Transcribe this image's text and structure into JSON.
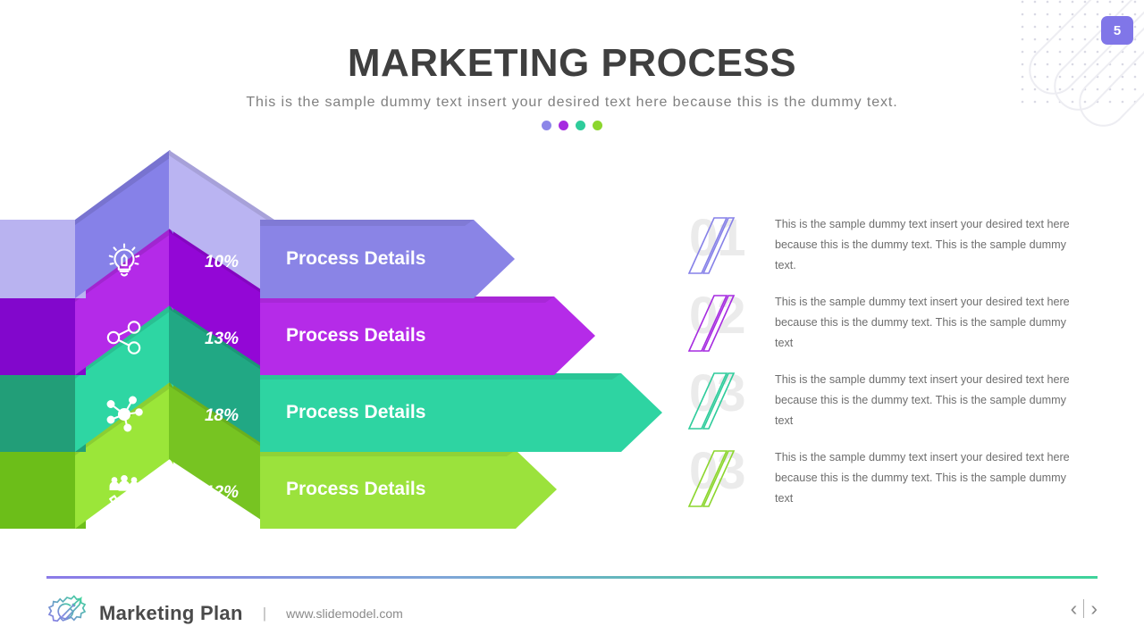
{
  "header": {
    "title": "MARKETING PROCESS",
    "subtitle": "This is the sample dummy text insert your desired text here because this is the dummy text.",
    "dots": [
      "#8C86E8",
      "#A62BE0",
      "#2ECC9B",
      "#8CD62E"
    ]
  },
  "page_badge": {
    "number": "5",
    "color": "#8076E8"
  },
  "process": {
    "rows": [
      {
        "percent": "10%",
        "label": "Process Details",
        "icon": "lightbulb-pencil-icon",
        "tail_color": "#B9B3F0",
        "left_color": "#8681E8",
        "right_color": "#BAB4F2",
        "banner_color": "#8A84E6",
        "banner_width": 285
      },
      {
        "percent": "13%",
        "label": "Process Details",
        "icon": "share-network-icon",
        "tail_color": "#8207CC",
        "left_color": "#B42AE8",
        "right_color": "#9307D6",
        "banner_color": "#B52BE8",
        "banner_width": 375
      },
      {
        "percent": "18%",
        "label": "Process Details",
        "icon": "hub-spoke-icon",
        "tail_color": "#229E78",
        "left_color": "#2ED6A3",
        "right_color": "#21A884",
        "banner_color": "#2ED4A2",
        "banner_width": 450
      },
      {
        "percent": "12%",
        "label": "Process Details",
        "icon": "hand-people-icon",
        "tail_color": "#6CBE19",
        "left_color": "#9BE639",
        "right_color": "#77C422",
        "banner_color": "#9BE23C",
        "banner_width": 332
      }
    ]
  },
  "details": [
    {
      "number": "01",
      "color": "#8681E8",
      "text": "This is the sample dummy text insert your desired text here because this is the dummy text. This is the sample dummy text."
    },
    {
      "number": "02",
      "color": "#A62BE0",
      "text": "This is the sample dummy text insert your desired text here because this is the dummy text. This is the sample dummy text"
    },
    {
      "number": "03",
      "color": "#2ECC9B",
      "text": "This is the sample dummy text insert your desired text here because this is the dummy text. This is the sample dummy text"
    },
    {
      "number": "03",
      "color": "#8CD62E",
      "text": "This is the sample dummy text insert your desired text here because this is the dummy text. This is the sample dummy text"
    }
  ],
  "footer": {
    "brand": "Marketing Plan",
    "separator": "|",
    "url": "www.slidemodel.com",
    "prev_icon": "chevron-left-icon",
    "next_icon": "chevron-right-icon"
  }
}
